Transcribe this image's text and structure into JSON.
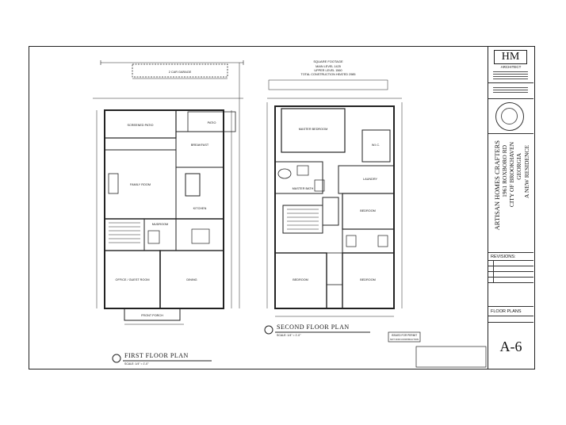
{
  "first_floor": {
    "title": "FIRST FLOOR PLAN",
    "scale": "SCALE: 1/4\" = 1'-0\"",
    "rooms": {
      "garage": "2 CAR GARAGE",
      "patio": "PATIO",
      "screened_patio": "SCREENED PATIO",
      "breakfast": "BREAKFAST",
      "family": "FAMILY ROOM",
      "kitchen": "KITCHEN",
      "mudroom": "MUDROOM",
      "office": "OFFICE / GUEST ROOM",
      "dining": "DINING",
      "front_porch": "FRONT PORCH"
    }
  },
  "second_floor": {
    "title": "SECOND FLOOR PLAN",
    "scale": "SCALE: 1/4\" = 1'-0\"",
    "area_heading": "SQUARE FOOTAGE",
    "area_lines": [
      "MAIN LEVEL 1425",
      "UPPER LEVEL 1560",
      "TOTAL CONSTRUCTION HEATED 2985"
    ],
    "rooms": {
      "master_bedroom": "MASTER BEDROOM",
      "wic": "W.I.C.",
      "master_bath": "MASTER BATH",
      "laundry": "LAUNDRY",
      "bedroom_2": "BEDROOM",
      "bedroom_3": "BEDROOM",
      "bedroom_4": "BEDROOM"
    },
    "permit_stamp": [
      "ISSUED FOR PERMIT",
      "NOT FOR CONSTRUCTION"
    ]
  },
  "title_block": {
    "logo": "HM",
    "logo_sub": "ARCHITECT",
    "project_lines": [
      "ARTISAN HOMES CRAFTERS",
      "1961 ROXBORO RD",
      "CITY OF BROOKHAVEN",
      "GEORGIA",
      "A NEW RESIDENCE"
    ],
    "revisions_label": "REVISIONS:",
    "sheet_title": "FLOOR PLANS",
    "sheet_number": "A-6"
  }
}
